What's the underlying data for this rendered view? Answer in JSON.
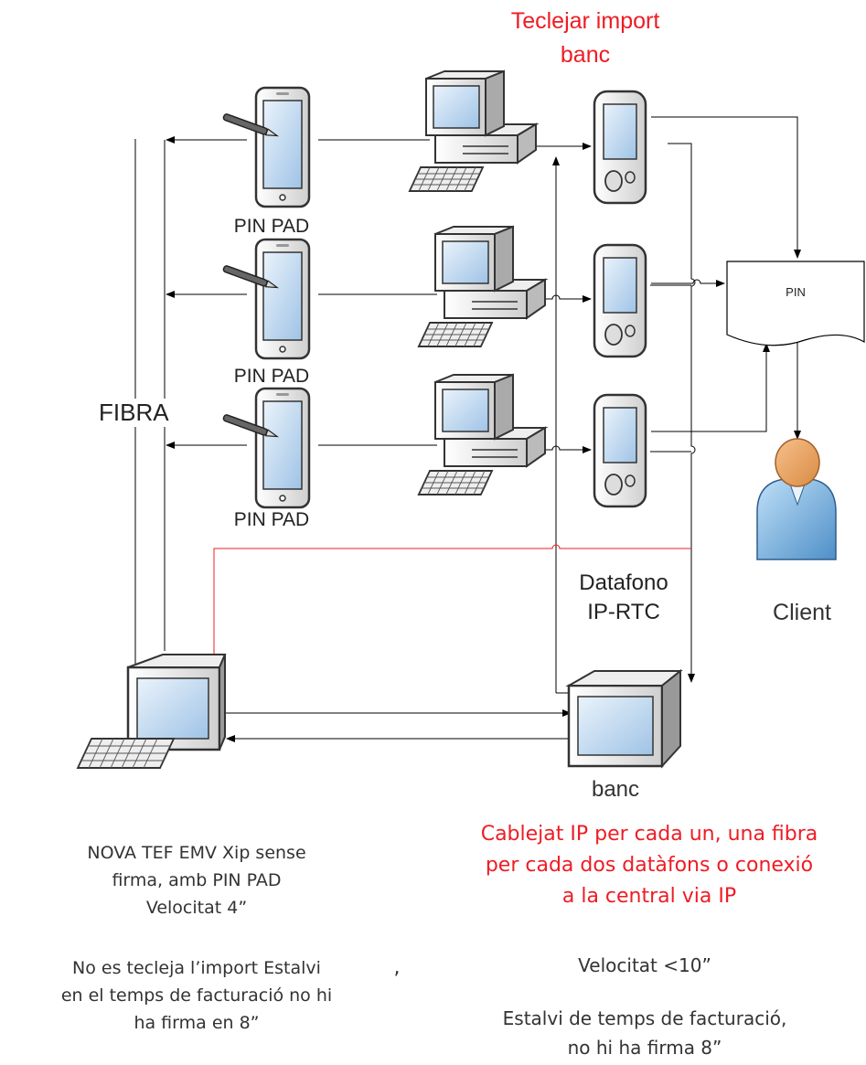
{
  "top_annotation": [
    "Teclejar import",
    "banc"
  ],
  "pin_pad_label": "PIN PAD",
  "fibra_label": "FIBRA",
  "pin_doc_label": "PIN",
  "client_label": "Client",
  "datafono_label": [
    "Datafono",
    "IP-RTC"
  ],
  "banc_label": "banc",
  "left_notes": {
    "block1": [
      "NOVA TEF   EMV Xip sense",
      "firma, amb PIN PAD",
      "Velocitat 4”"
    ],
    "block2": [
      "No es tecleja l’import  Estalvi",
      "en el temps de facturació  no hi",
      "ha firma en 8”"
    ],
    "stray_comma": ","
  },
  "right_notes": {
    "red": [
      "Cablejat IP per cada un, una fibra",
      "per cada dos datàfons o conexió",
      "a la central via IP"
    ],
    "speed": "Velocitat <10”",
    "saving": [
      "Estalvi de temps de facturació,",
      "no hi ha firma 8”"
    ]
  },
  "colors": {
    "accent_red": "#ee1c24",
    "line": "#000000",
    "screen": "#c6dcf2"
  }
}
